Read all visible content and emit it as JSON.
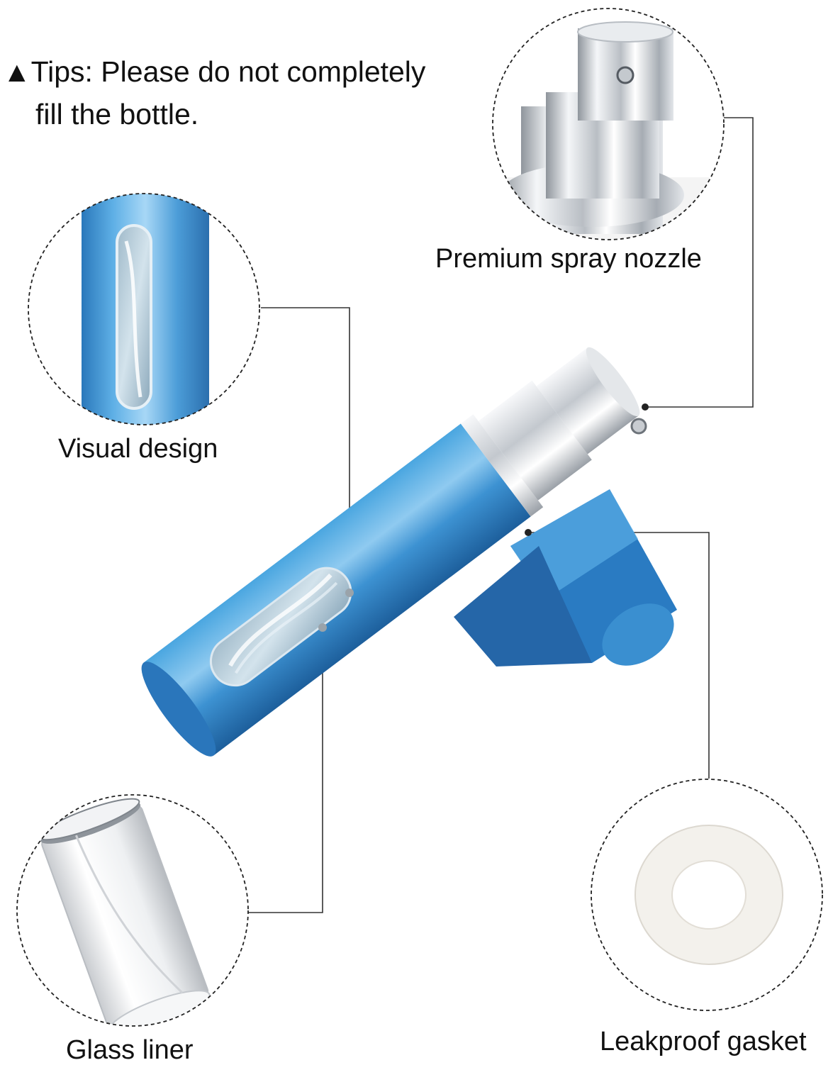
{
  "tips": {
    "marker": "▲",
    "line1": "Tips: Please do not completely",
    "line2": "fill the bottle."
  },
  "callouts": {
    "spray_nozzle": "Premium spray nozzle",
    "visual_design": "Visual design",
    "glass_liner": "Glass liner",
    "leakproof_gasket": "Leakproof gasket"
  },
  "colors": {
    "bottle_blue": "#2f86c8",
    "metal_silver": "#d9dde2",
    "gasket_white": "#f3f1ec",
    "leader_line": "#333333"
  }
}
